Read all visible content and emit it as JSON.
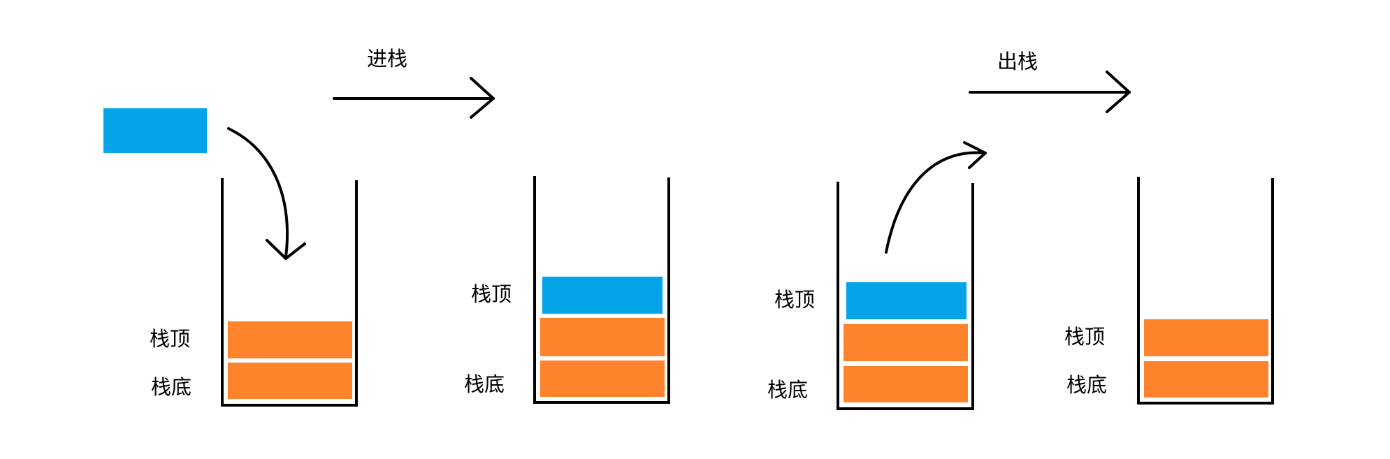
{
  "colors": {
    "new_element": "#03A4E8",
    "stack_element": "#FF832D",
    "stroke": "#000000",
    "background": "#FFFFFF"
  },
  "arrows": {
    "push_label": "进栈",
    "pop_label": "出栈"
  },
  "stacks": [
    {
      "id": "stack-1",
      "top_label": "栈顶",
      "bottom_label": "栈底"
    },
    {
      "id": "stack-2",
      "top_label": "栈顶",
      "bottom_label": "栈底"
    },
    {
      "id": "stack-3",
      "top_label": "栈顶",
      "bottom_label": "栈底"
    },
    {
      "id": "stack-4",
      "top_label": "栈顶",
      "bottom_label": "栈底"
    }
  ]
}
